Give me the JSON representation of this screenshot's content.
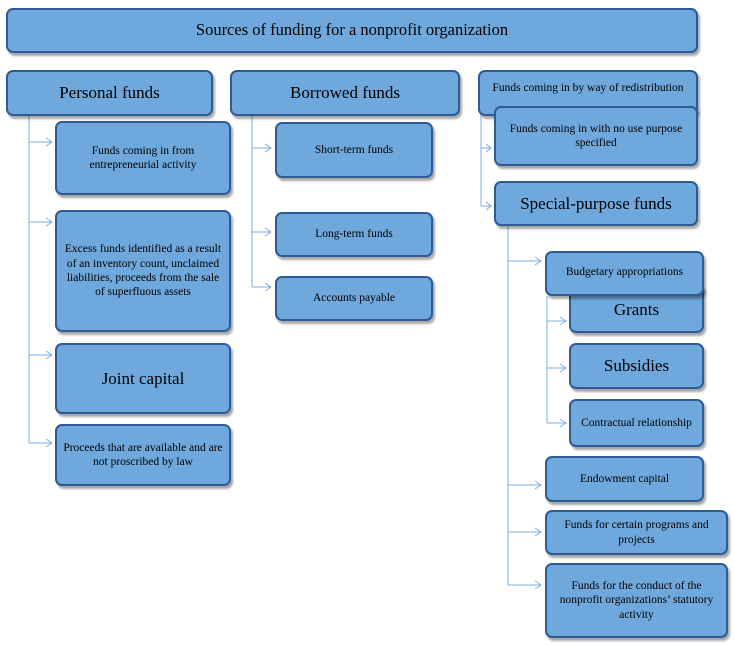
{
  "title": "Sources of funding for a nonprofit organization",
  "personal": {
    "header": "Personal funds",
    "items": [
      "Funds coming in from entrepreneurial activity",
      "Excess funds identified as a result of an inventory count, unclaimed liabilities, proceeds from the sale of superfluous assets",
      "Joint capital",
      "Proceeds that are available and are not proscribed by law"
    ]
  },
  "borrowed": {
    "header": "Borrowed funds",
    "items": [
      "Short-term funds",
      "Long-term funds",
      "Accounts payable"
    ]
  },
  "redistribution": {
    "header": "Funds coming in by way of redistribution",
    "no_use": "Funds coming in with no use purpose specified",
    "special": {
      "header": "Special-purpose funds",
      "budgetary": "Budgetary appropriations",
      "budgetary_items": [
        "Grants",
        "Subsidies",
        "Contractual relationship"
      ],
      "other_items": [
        "Endowment capital",
        "Funds for certain programs and projects",
        "Funds for the conduct of the nonprofit organizations’ statutory activity"
      ]
    }
  }
}
